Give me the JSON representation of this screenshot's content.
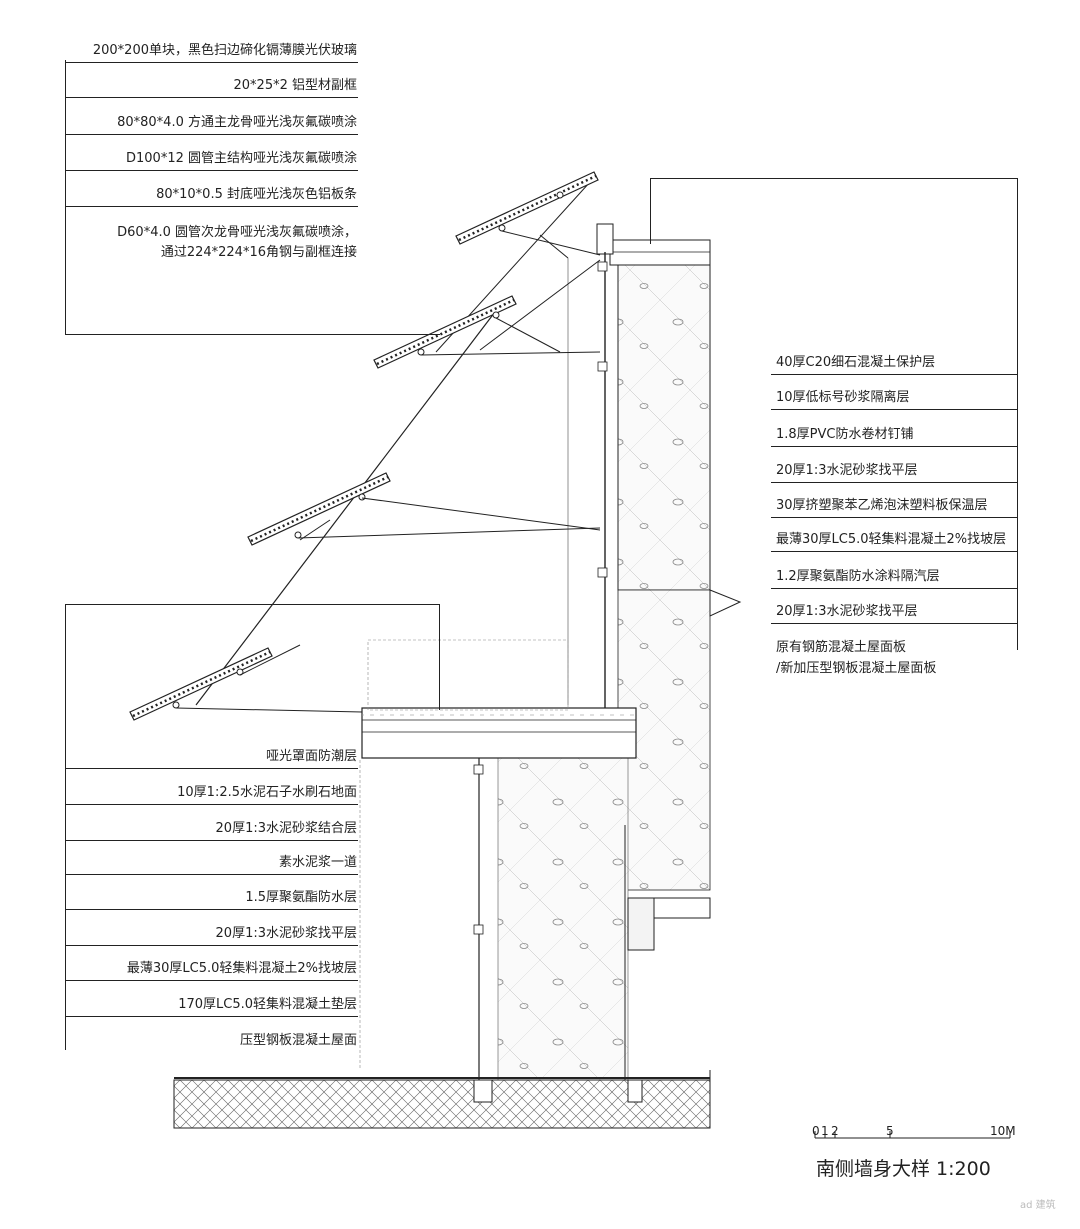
{
  "labels_top_left": [
    "200*200单块，黑色扫边碲化镉薄膜光伏玻璃",
    "20*25*2 铝型材副框",
    "80*80*4.0 方通主龙骨哑光浅灰氟碳喷涂",
    "D100*12 圆管主结构哑光浅灰氟碳喷涂",
    "80*10*0.5 封底哑光浅灰色铝板条",
    "D60*4.0 圆管次龙骨哑光浅灰氟碳喷涂，",
    "通过224*224*16角钢与副框连接"
  ],
  "labels_right": [
    "40厚C20细石混凝土保护层",
    "10厚低标号砂浆隔离层",
    "1.8厚PVC防水卷材钉铺",
    "20厚1:3水泥砂浆找平层",
    "30厚挤塑聚苯乙烯泡沫塑料板保温层",
    "最薄30厚LC5.0轻集料混凝土2%找坡层",
    "1.2厚聚氨酯防水涂料隔汽层",
    "20厚1:3水泥砂浆找平层",
    "原有钢筋混凝土屋面板",
    "/新加压型钢板混凝土屋面板"
  ],
  "labels_bottom_left": [
    "哑光罩面防潮层",
    "10厚1:2.5水泥石子水刷石地面",
    "20厚1:3水泥砂浆结合层",
    "素水泥浆一道",
    "1.5厚聚氨酯防水层",
    "20厚1:3水泥砂浆找平层",
    "最薄30厚LC5.0轻集料混凝土2%找坡层",
    "170厚LC5.0轻集料混凝土垫层",
    "压型钢板混凝土屋面"
  ],
  "scale_bar": {
    "ticks": [
      "0",
      "1",
      "2",
      "5",
      "10M"
    ]
  },
  "title": "南侧墙身大样  1:200",
  "watermark": "ad 建筑",
  "colors": {
    "ink": "#222222",
    "fill_light": "#f3f3f3"
  }
}
